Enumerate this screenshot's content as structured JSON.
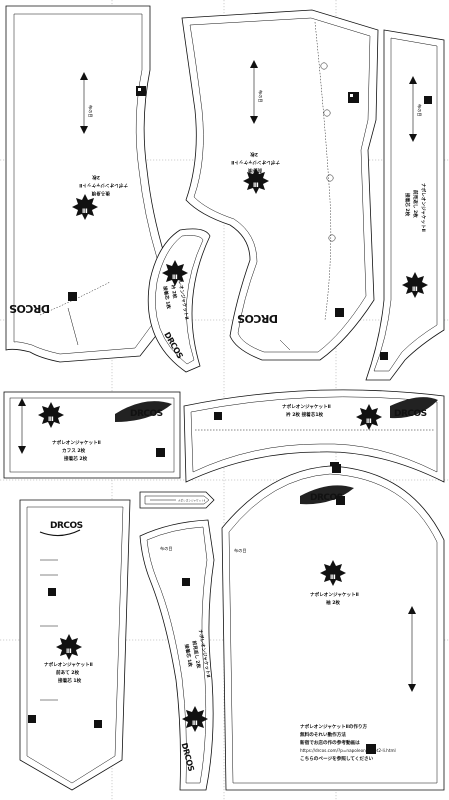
{
  "brand": {
    "logo_text": "DRCOS"
  },
  "grain_label": "布の目",
  "pieces": {
    "back_body": {
      "line1": "後ろ身頃",
      "line2": "ナポレオンジャケットⅡ",
      "line3": "2枚"
    },
    "front_body": {
      "line1": "前身頃",
      "line2": "ナポレオンジャケットⅡ",
      "line3": "2枚"
    },
    "front_facing": {
      "line1": "ナポレオンジャケットⅡ",
      "line2": "前見返し 2枚",
      "line3": "接着芯 2枚"
    },
    "collar_curve": {
      "line1": "ナポレオンジャケットⅡ",
      "line2": "衿 2枚",
      "line3": "接着芯 1枚"
    },
    "cuff": {
      "line1": "ナポレオンジャケットⅡ",
      "line2": "カフス 2枚",
      "line3": "接着芯 2枚"
    },
    "collar_stand": {
      "line1": "ナポレオンジャケットⅡ",
      "line2": "衿 2枚 接着芯1枚"
    },
    "front_panel": {
      "line1": "ナポレオンジャケットⅡ",
      "line2": "前あて 2枚",
      "line3": "接着芯 1枚"
    },
    "sleeve": {
      "line1": "ナポレオンジャケットⅡ",
      "line2": "袖 2枚"
    },
    "lapel_facing": {
      "line1": "ナポレオンジャケットⅡ",
      "line2": "前見返し 2枚",
      "line3": "接着芯 1枚"
    },
    "tab": {
      "line1": "ナポレオンジャケットⅡ"
    }
  },
  "instructions": {
    "line1": "ナポレオンジャケットⅡの作り方",
    "line2": "無料のそれい動作方法",
    "line3": "新宿でお店の作の参考動画は",
    "line4": "https://drcos.com/?p=napoleonjacket2-li.html",
    "line5": "こちらのページを参照してください"
  },
  "piece_number": "Ⅲ"
}
